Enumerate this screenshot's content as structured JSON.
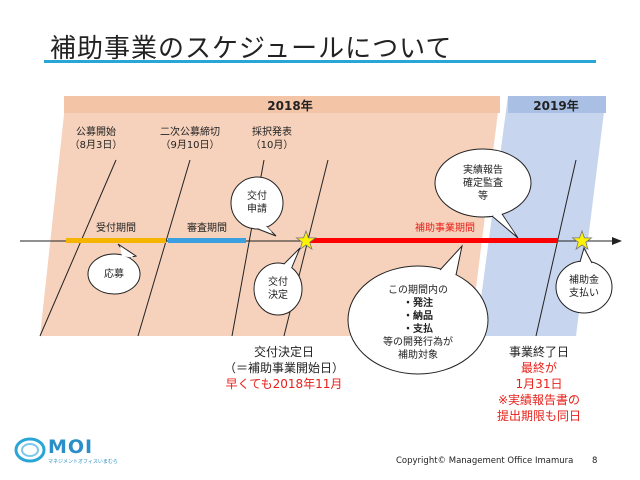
{
  "title": "補助事業のスケジュールについて",
  "years": {
    "y2018": "2018年",
    "y2019": "2019年"
  },
  "milestones": [
    {
      "line1": "公募開始",
      "line2": "（8月3日）"
    },
    {
      "line1": "二次公募締切",
      "line2": "（9月10日）"
    },
    {
      "line1": "採択発表",
      "line2": "（10月）"
    }
  ],
  "periods": {
    "receipt": "受付期間",
    "review": "審査期間",
    "project": "補助事業期間"
  },
  "bubbles": {
    "apply": "応募",
    "grant_application": [
      "交付",
      "申請"
    ],
    "grant_decision": [
      "交付",
      "決定"
    ],
    "report": [
      "実績報告",
      "確定監査",
      "等"
    ],
    "payment": [
      "補助金",
      "支払い"
    ],
    "scope": {
      "intro": "この期間内の",
      "items": [
        "・発注",
        "・納品",
        "・支払"
      ],
      "outro": [
        "等の開発行為が",
        "補助対象"
      ]
    }
  },
  "decision_note": {
    "line1": "交付決定日",
    "line2": "（＝補助事業開始日）",
    "line3": "早くても2018年11月"
  },
  "end_note": {
    "line1": "事業終了日",
    "line2": "最終が",
    "line3": "1月31日",
    "line4": "※実績報告書の",
    "line5": "提出期限も同日"
  },
  "footer": {
    "copyright": "Copyright© Management Office Imamura",
    "page": "8"
  },
  "logo": {
    "text": "MOI",
    "sub": "マネジメントオフィスいまむら"
  },
  "colors": {
    "accent": "#2aa6d6",
    "band_2018": "#f6d2bc",
    "band_2019": "#c7d5ee",
    "receipt_bar": "#f4b400",
    "review_bar": "#3aa0e0",
    "project_bar": "#ff0000",
    "note_red": "#e8201a"
  }
}
